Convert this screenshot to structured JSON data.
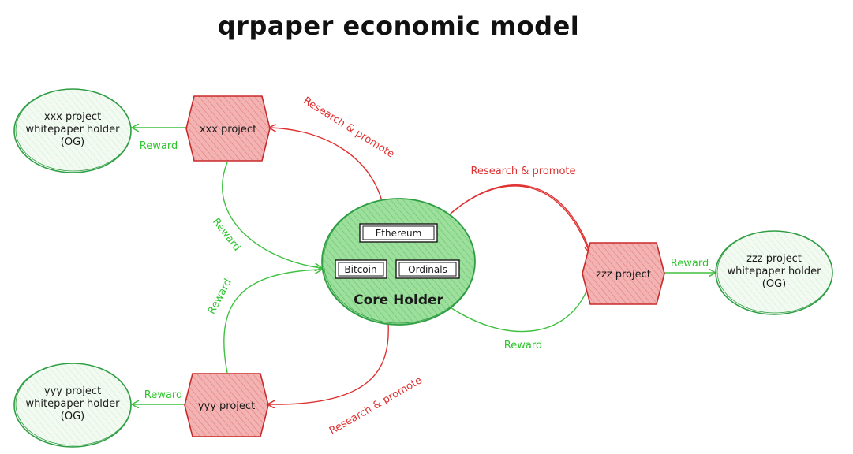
{
  "title": "qrpaper economic model",
  "core": {
    "label": "Core Holder",
    "chips": [
      "Ethereum",
      "Bitcoin",
      "Ordinals"
    ]
  },
  "projects": {
    "xxx": "xxx project",
    "yyy": "yyy project",
    "zzz": "zzz project"
  },
  "holders": {
    "xxx": [
      "xxx project",
      "whitepaper holder",
      "(OG)"
    ],
    "yyy": [
      "yyy project",
      "whitepaper holder",
      "(OG)"
    ],
    "zzz": [
      "zzz project",
      "whitepaper holder",
      "(OG)"
    ]
  },
  "edge_labels": {
    "research_promote": "Research & promote",
    "reward": "Reward"
  },
  "colors": {
    "research_edge": "#e03131",
    "reward_edge": "#40c040",
    "project_fill": "#f1a0a0",
    "holder_fill": "#eef8ee",
    "core_fill": "#8fd88f"
  }
}
